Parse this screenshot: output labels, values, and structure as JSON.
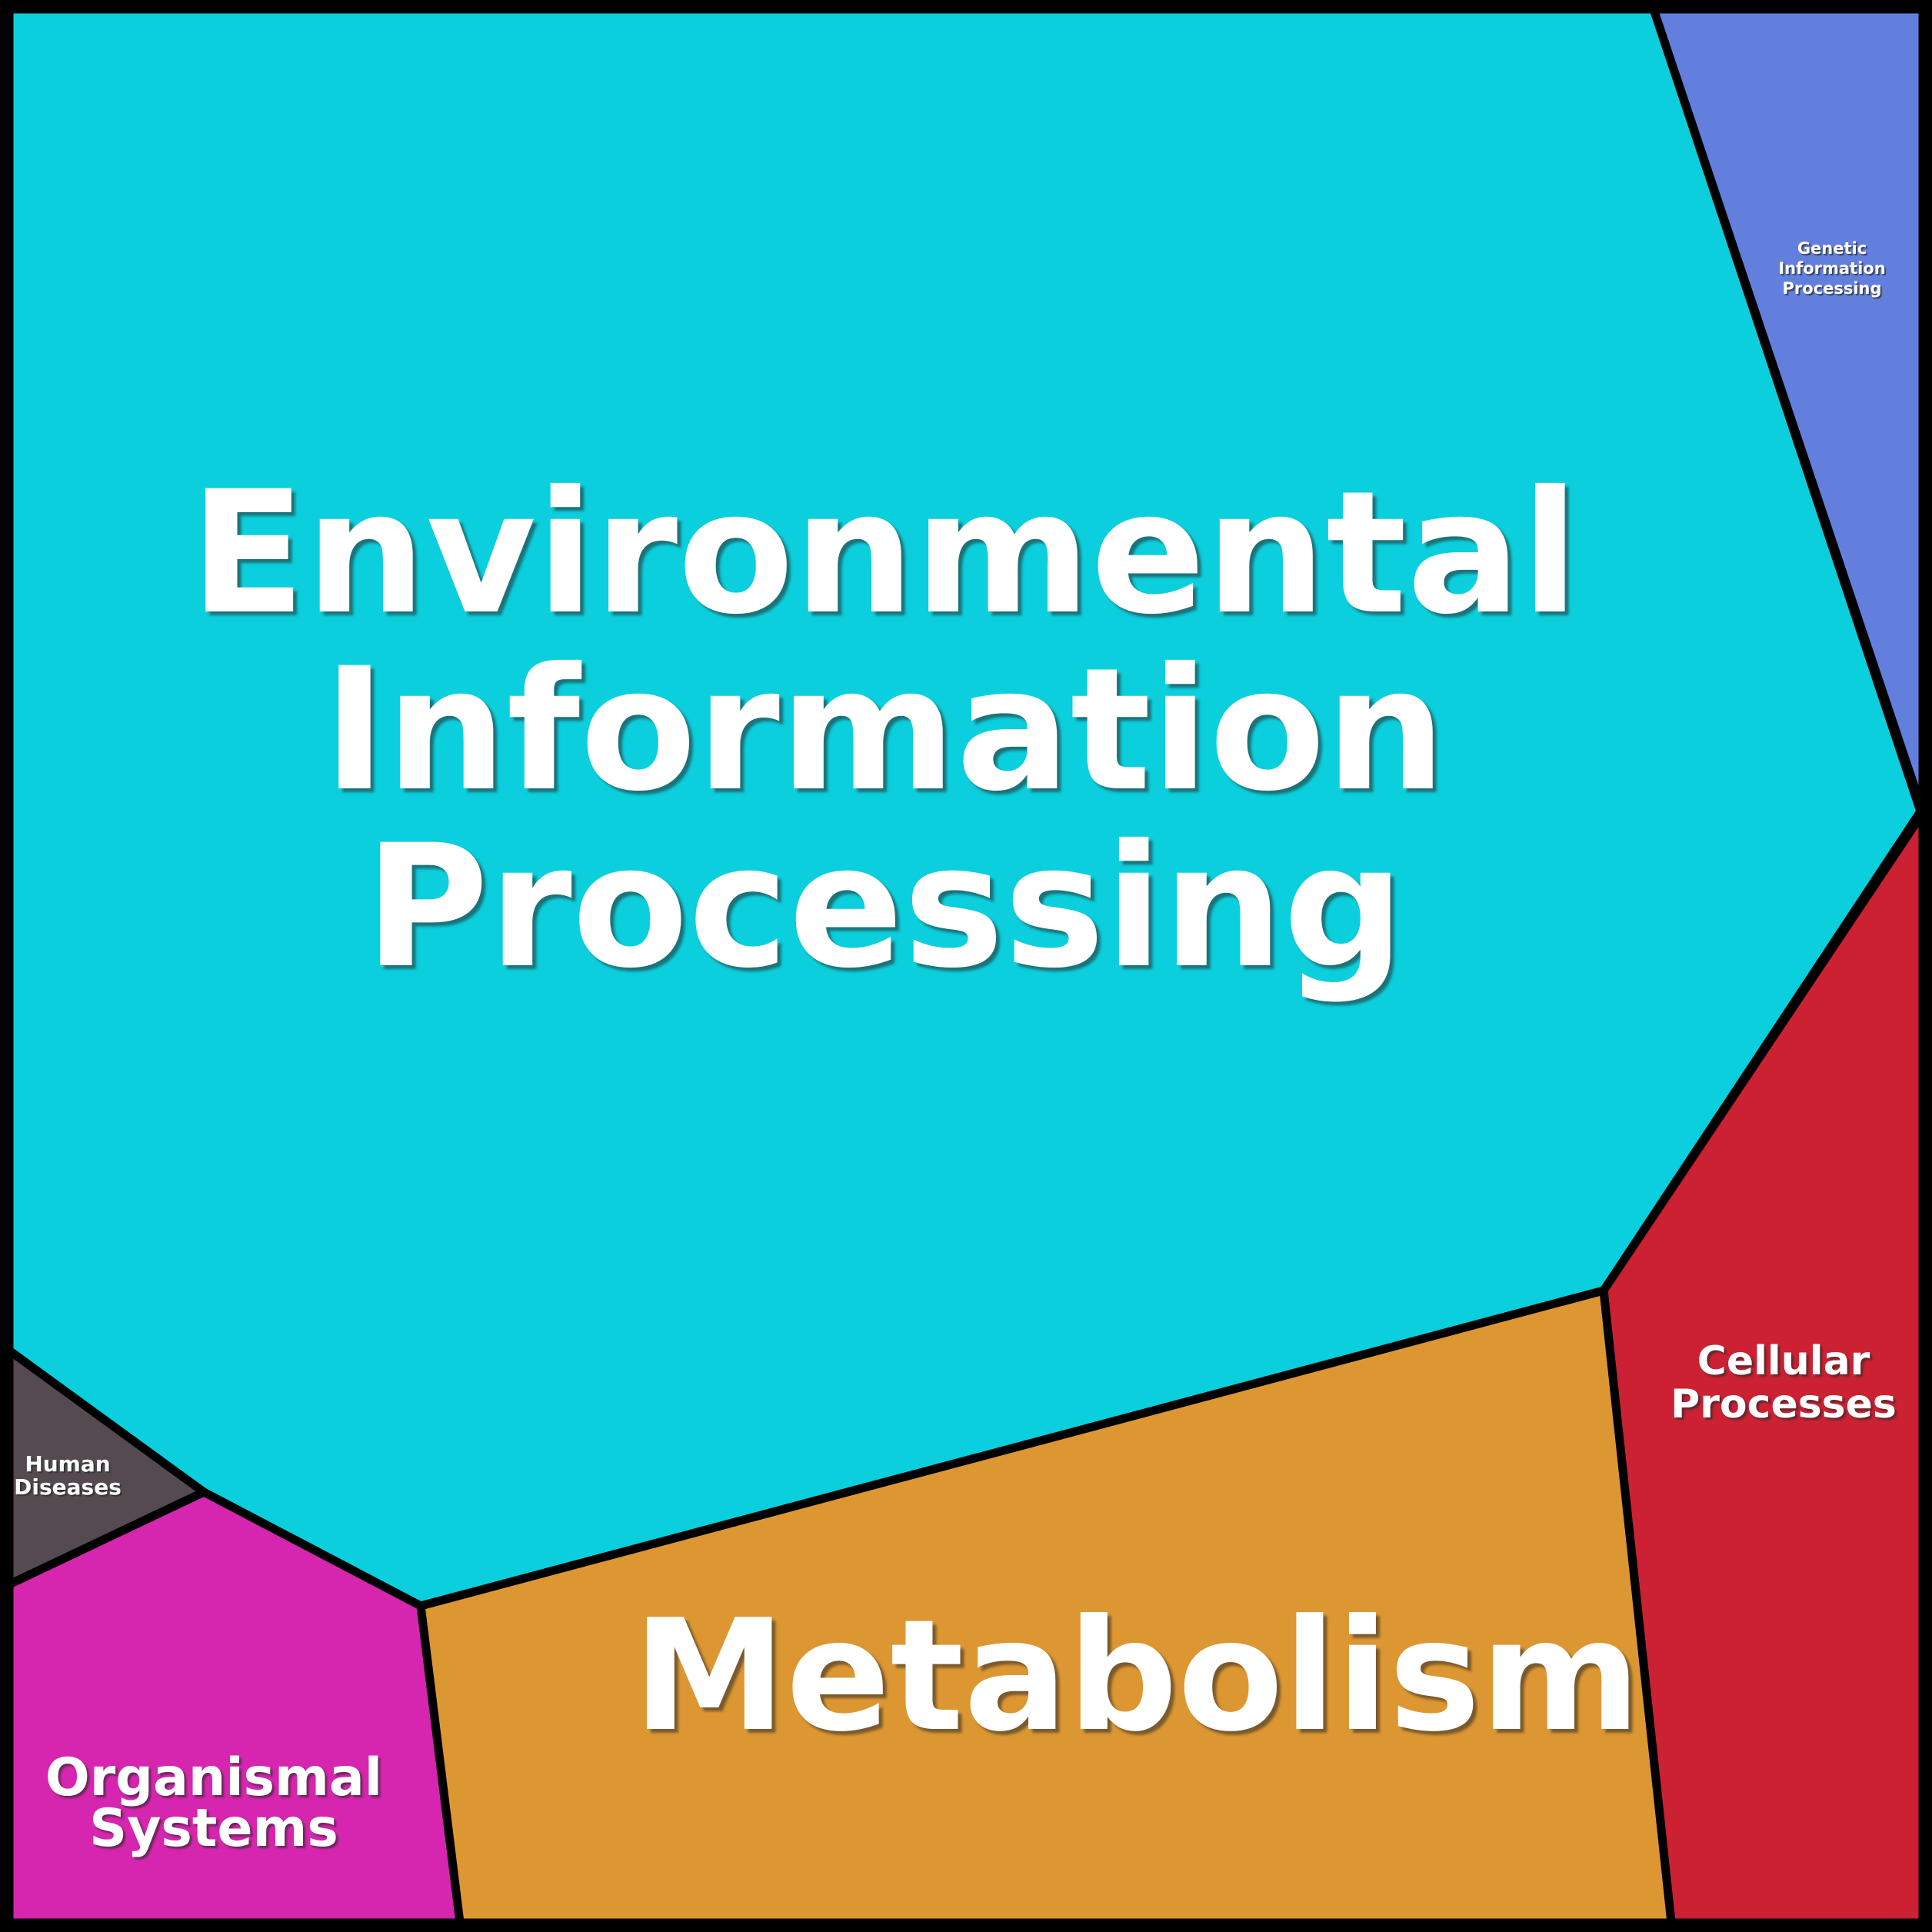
{
  "regions": [
    {
      "id": "environmental-information-processing",
      "label": "Environmental Information Processing",
      "lines": [
        "Environmental",
        "Information",
        "Processing"
      ],
      "color": "#0bcfdd"
    },
    {
      "id": "genetic-information-processing",
      "label": "Genetic Information Processing",
      "lines": [
        "Genetic",
        "Information",
        "Processing"
      ],
      "color": "#637fde"
    },
    {
      "id": "cellular-processes",
      "label": "Cellular Processes",
      "lines": [
        "Cellular",
        "Processes"
      ],
      "color": "#cb2133"
    },
    {
      "id": "metabolism",
      "label": "Metabolism",
      "lines": [
        "Metabolism"
      ],
      "color": "#dd9732"
    },
    {
      "id": "organismal-systems",
      "label": "Organismal Systems",
      "lines": [
        "Organismal",
        "Systems"
      ],
      "color": "#d625ae"
    },
    {
      "id": "human-diseases",
      "label": "Human Diseases",
      "lines": [
        "Human",
        "Diseases"
      ],
      "color": "#544a50"
    }
  ],
  "border_color": "#000000",
  "chart_data": {
    "type": "treemap",
    "variant": "voronoi-treemap",
    "title": "",
    "categories": [
      "Environmental Information Processing",
      "Metabolism",
      "Cellular Processes",
      "Organismal Systems",
      "Genetic Information Processing",
      "Human Diseases"
    ],
    "values_area_percent": [
      69.2,
      15.8,
      7.0,
      4.4,
      2.9,
      0.6
    ],
    "colors": [
      "#0bcfdd",
      "#dd9732",
      "#cb2133",
      "#d625ae",
      "#637fde",
      "#544a50"
    ],
    "legend": "none",
    "notes": "area percentages estimated from cell pixel areas"
  }
}
